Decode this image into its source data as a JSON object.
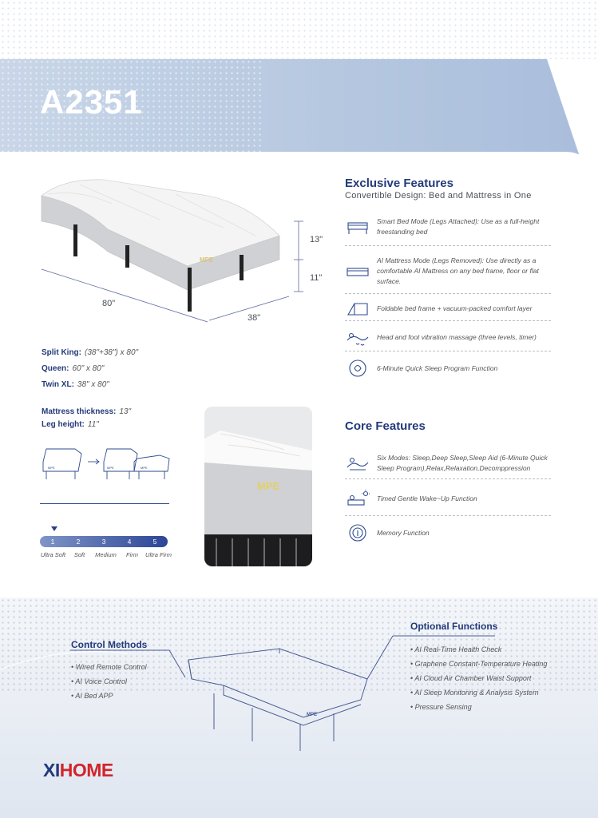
{
  "header": {
    "model": "A2351"
  },
  "dimensions": {
    "length": "80\"",
    "width": "38\"",
    "mattress_height": "13\"",
    "leg_height": "11\"",
    "brand_on_bed": "MPE"
  },
  "sizes": [
    {
      "label": "Split King:",
      "value": "(38\"+38\") x 80\""
    },
    {
      "label": "Queen:",
      "value": "60\" x 80\""
    },
    {
      "label": "Twin XL:",
      "value": "38\" x 80\""
    }
  ],
  "specs": [
    {
      "label": "Mattress thickness:",
      "value": "13\""
    },
    {
      "label": "Leg height:",
      "value": "11\""
    }
  ],
  "split_illus_tags": [
    "MPE",
    "MPE",
    "MPE"
  ],
  "firmness": {
    "levels": [
      "1",
      "2",
      "3",
      "4",
      "5"
    ],
    "labels": [
      "Ultra Soft",
      "Soft",
      "Medium",
      "Firm",
      "Ultra Firm"
    ],
    "selected": 1
  },
  "photo": {
    "brand": "MPE"
  },
  "exclusive": {
    "title": "Exclusive Features",
    "subtitle": "Convertible Design: Bed and Mattress in One",
    "items": [
      {
        "icon": "bed-with-legs-icon",
        "text": "Smart Bed Mode (Legs Attached): Use as a full-height freestanding bed"
      },
      {
        "icon": "mattress-icon",
        "text": "AI Mattress Mode (Legs Removed): Use directly as a comfortable AI Mattress on any bed frame, floor or flat surface."
      },
      {
        "icon": "folding-frame-icon",
        "text": "Foldable bed frame + vacuum-packed comfort layer"
      },
      {
        "icon": "massage-icon",
        "text": "Head and foot vibration massage (three levels, timer)"
      },
      {
        "icon": "sleep-program-icon",
        "text": "6-Minute Quick Sleep Program Function"
      }
    ]
  },
  "core": {
    "title": "Core Features",
    "items": [
      {
        "icon": "sleep-modes-icon",
        "text": "Six Modes: Sleep,Deep Sleep,Sleep Aid  (6-Minute Quick Sleep Program),Relax,Relaxation,Decomppression"
      },
      {
        "icon": "wake-up-icon",
        "text": "Timed Gentle Wake~Up Function"
      },
      {
        "icon": "memory-icon",
        "text": "Memory Function"
      }
    ]
  },
  "control": {
    "title": "Control Methods",
    "items": [
      "Wired Remote Control",
      "AI Voice Control",
      "AI Bed APP"
    ]
  },
  "optional": {
    "title": "Optional Functions",
    "items": [
      "AI Real-Time Health Check",
      "Graphene Constant-Temperature Heating",
      "AI Cloud Air Chamber Waist Support",
      "AI Sleep Monitoring & Analysis System",
      "Pressure Sensing"
    ]
  },
  "logo": {
    "part1": "XI",
    "part2": "HOME"
  },
  "colors": {
    "navy": "#233a7a",
    "red": "#d3242b",
    "band": "#b6c8e0"
  }
}
